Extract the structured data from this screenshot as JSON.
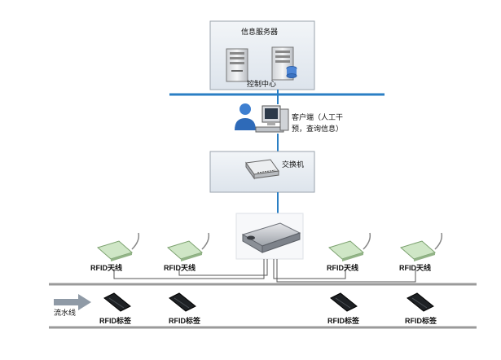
{
  "server_block": {
    "title": "信息服务器",
    "caption": "控制中心"
  },
  "client": {
    "label_line1": "客户端（人工干",
    "label_line2": "预，查询信息）"
  },
  "switch": {
    "label": "交换机"
  },
  "antennas": [
    {
      "label": "RFID天线"
    },
    {
      "label": "RFID天线"
    },
    {
      "label": "RFID天线"
    },
    {
      "label": "RFID天线"
    }
  ],
  "pipeline": {
    "label": "流水线"
  },
  "tags": [
    {
      "label": "RFID标签"
    },
    {
      "label": "RFID标签"
    },
    {
      "label": "RFID标签"
    },
    {
      "label": "RFID标签"
    }
  ],
  "colors": {
    "network_line": "#2b7fc4",
    "cable_line": "#555555",
    "conveyor": "#9a9a9a",
    "arrow": "#8f9aa6"
  }
}
